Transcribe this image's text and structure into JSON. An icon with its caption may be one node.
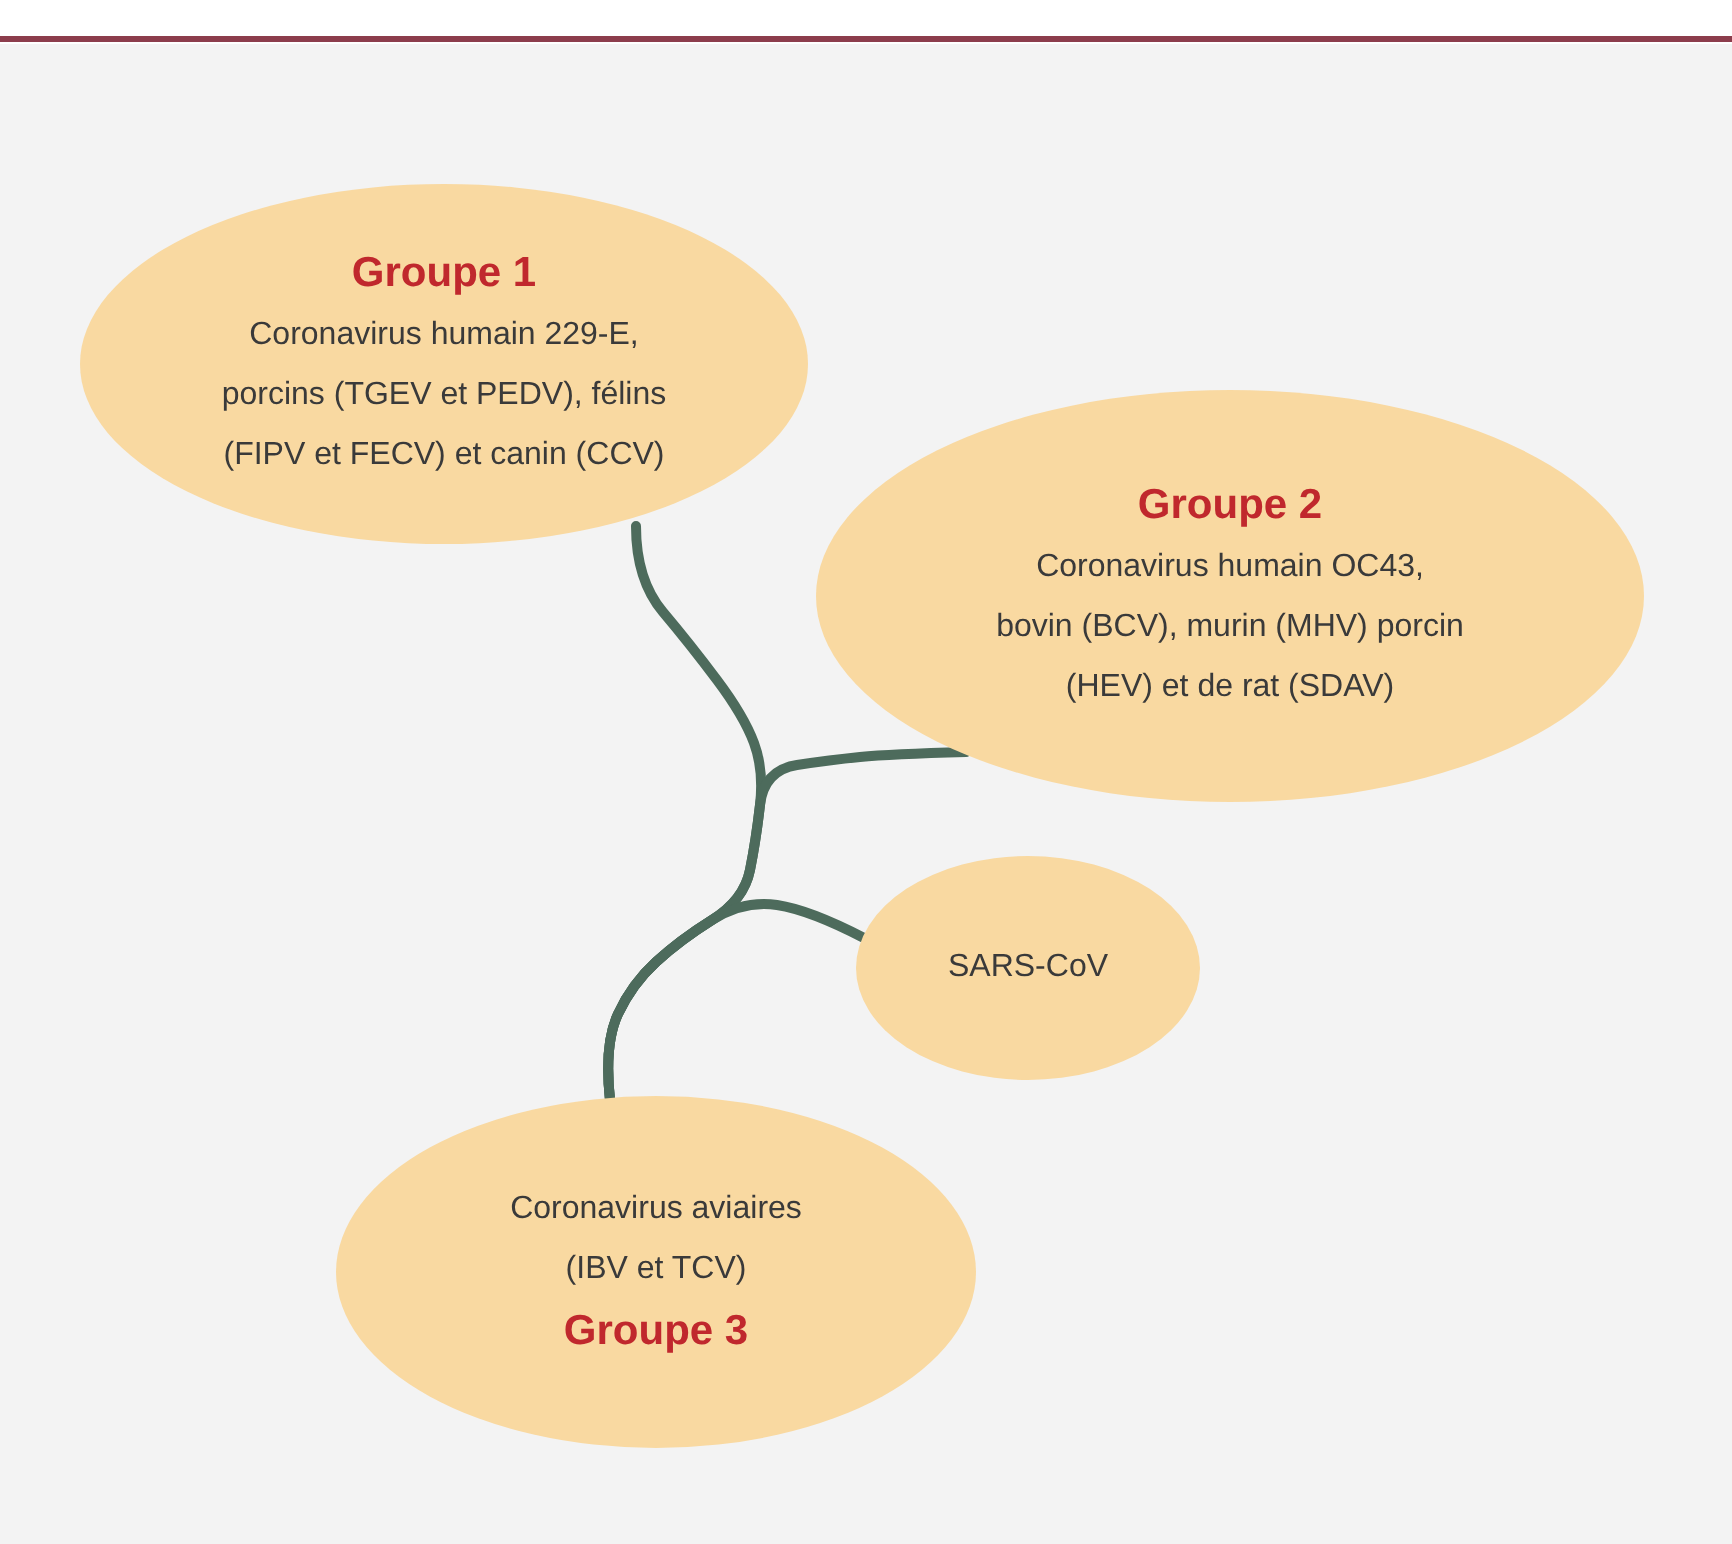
{
  "diagram": {
    "nodes": [
      {
        "text": [
          "Groupe 1",
          "Coronavirus humain 229-E, porcins (TGEV et PEDV), félins (FIPV et FECV) et canin (CCV)"
        ]
      },
      {
        "text": [
          "Groupe 2",
          "Coronavirus humain OC43, bovin (BCV), murin (MHV) porcin (HEV) et de rat (SDAV)"
        ]
      },
      {
        "text": [
          "SARS-CoV"
        ]
      },
      {
        "text": [
          "Coronavirus aviaires (IBV et TCV)",
          "Groupe 3"
        ]
      }
    ],
    "edges": [
      {
        "from": 3,
        "to": 0,
        "arrow": "none"
      },
      {
        "from": 3,
        "to": 1,
        "arrow": "none"
      },
      {
        "from": 3,
        "to": 2,
        "arrow": "none"
      }
    ]
  }
}
